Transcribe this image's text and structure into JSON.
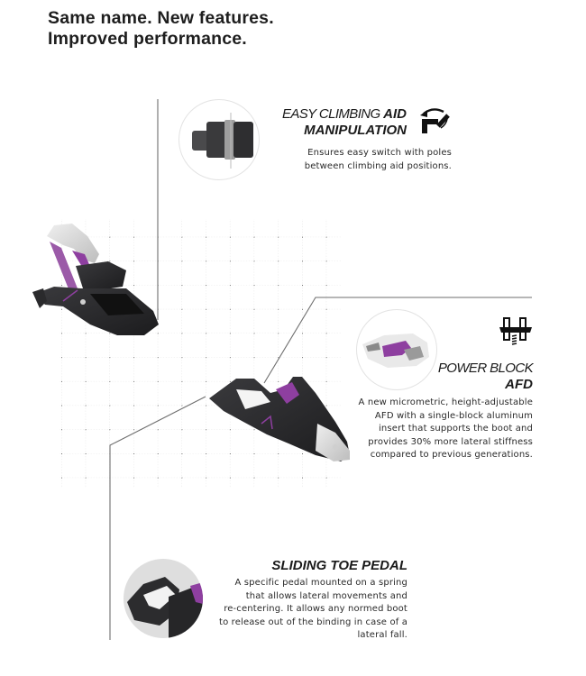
{
  "headline": {
    "line1": "Same name. New features.",
    "line2": "Improved performance."
  },
  "features": [
    {
      "id": "climbing-aid",
      "title_light": "EASY CLIMBING ",
      "title_bold_1": "AID",
      "title_bold_2": "MANIPULATION",
      "description": [
        "Ensures easy switch with poles",
        "between climbing aid positions."
      ],
      "icon": "climbing-aid-rotate-icon"
    },
    {
      "id": "power-block",
      "title_light": "POWER BLOCK",
      "title_bold": "AFD",
      "description": [
        "A new micrometric, height-adjustable",
        "AFD with a single-block aluminum",
        "insert that supports the boot and",
        "provides 30% more lateral stiffness",
        "compared to previous generations."
      ],
      "icon": "height-adjust-afd-icon"
    },
    {
      "id": "sliding-toe-pedal",
      "title_bold": "SLIDING TOE PEDAL",
      "description": [
        "A specific pedal mounted on a spring",
        "that allows lateral movements and",
        "re-centering. It allows any normed boot",
        "to release out of the binding in case of a",
        "lateral fall."
      ],
      "icon": null
    }
  ],
  "colors": {
    "accent_purple": "#8e3fa0",
    "binding_black": "#2b2b2d",
    "binding_grey": "#d9d9d9",
    "connector_line": "#6e6e6e",
    "grid_dot": "#3a3a3a"
  }
}
